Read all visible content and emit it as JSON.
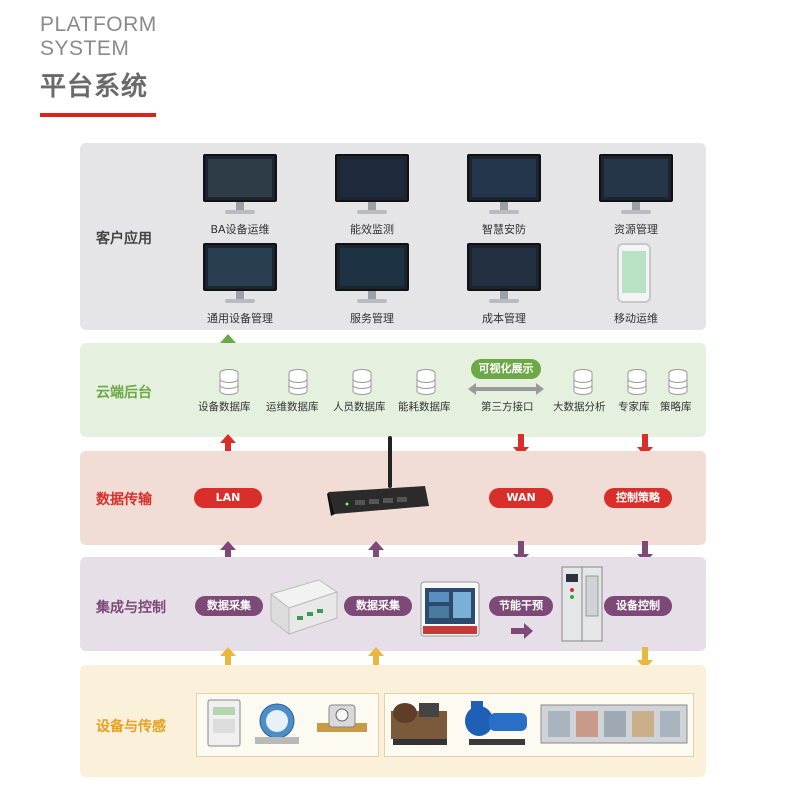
{
  "header": {
    "title_en_line1": "PLATFORM",
    "title_en_line2": "SYSTEM",
    "title_cn": "平台系统",
    "accent_color": "#e0201c"
  },
  "layers": {
    "customer": {
      "label": "客户应用",
      "bg": "#e5e5e7",
      "label_color": "#444444",
      "apps": [
        "BA设备运维",
        "能效监测",
        "智慧安防",
        "资源管理",
        "通用设备管理",
        "服务管理",
        "成本管理",
        "移动运维"
      ]
    },
    "cloud": {
      "label": "云端后台",
      "bg": "#e6f0df",
      "label_color": "#6ca845",
      "databases": [
        "设备数据库",
        "运维数据库",
        "人员数据库",
        "能耗数据库",
        "第三方接口",
        "大数据分析",
        "专家库",
        "策略库"
      ],
      "visualization_label": "可视化展示"
    },
    "transmission": {
      "label": "数据传输",
      "bg": "#f2ddd6",
      "label_color": "#d92e2a",
      "tags": [
        "LAN",
        "WAN",
        "控制策略"
      ]
    },
    "integration": {
      "label": "集成与控制",
      "bg": "#e7dfe7",
      "label_color": "#7d4a78",
      "tags": [
        "数据采集",
        "数据采集",
        "节能干预",
        "设备控制"
      ]
    },
    "devices": {
      "label": "设备与传感",
      "bg": "#fbf1db",
      "label_color": "#e8a020"
    }
  },
  "icons": {
    "monitor": "monitor-icon",
    "phone": "smartphone-icon",
    "database": "database-icon",
    "gateway": "wireless-gateway-icon",
    "arrow": "arrow-icon"
  }
}
